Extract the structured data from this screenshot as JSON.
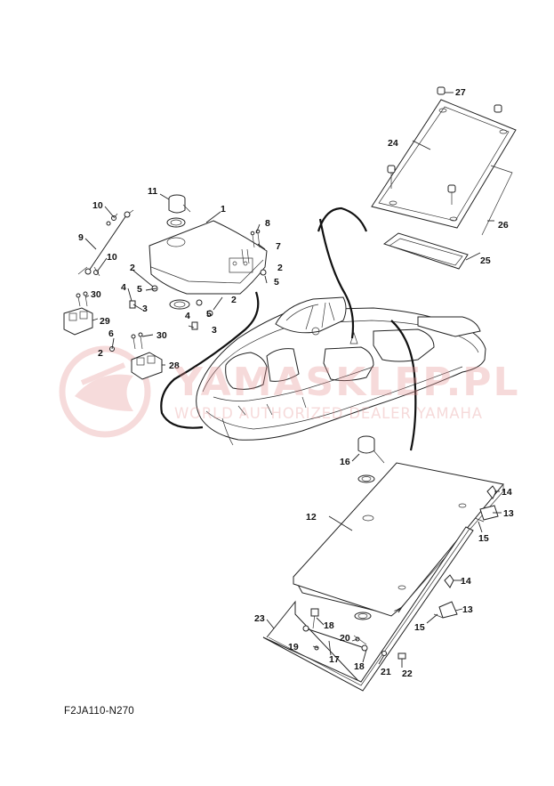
{
  "diagram_code": "F2JA110-N270",
  "watermark": {
    "brand": "YAMASKLEP.PL",
    "tagline": "WORLD AUTHORIZED DEALER YAMAHA",
    "logo_icon": "shield-logo-icon",
    "color": "#e28c8c"
  },
  "callout_labels": {
    "c1": "1",
    "c2": "2",
    "c3": "3",
    "c4": "4",
    "c5": "5",
    "c6": "6",
    "c7": "7",
    "c8": "8",
    "c9": "9",
    "c10": "10",
    "c11": "11",
    "c12": "12",
    "c13": "13",
    "c14": "14",
    "c15": "15",
    "c16": "16",
    "c17": "17",
    "c18": "18",
    "c19": "19",
    "c20": "20",
    "c21": "21",
    "c22": "22",
    "c23": "23",
    "c24": "24",
    "c25": "25",
    "c26": "26",
    "c27": "27",
    "c28": "28",
    "c29": "29",
    "c30": "30"
  }
}
